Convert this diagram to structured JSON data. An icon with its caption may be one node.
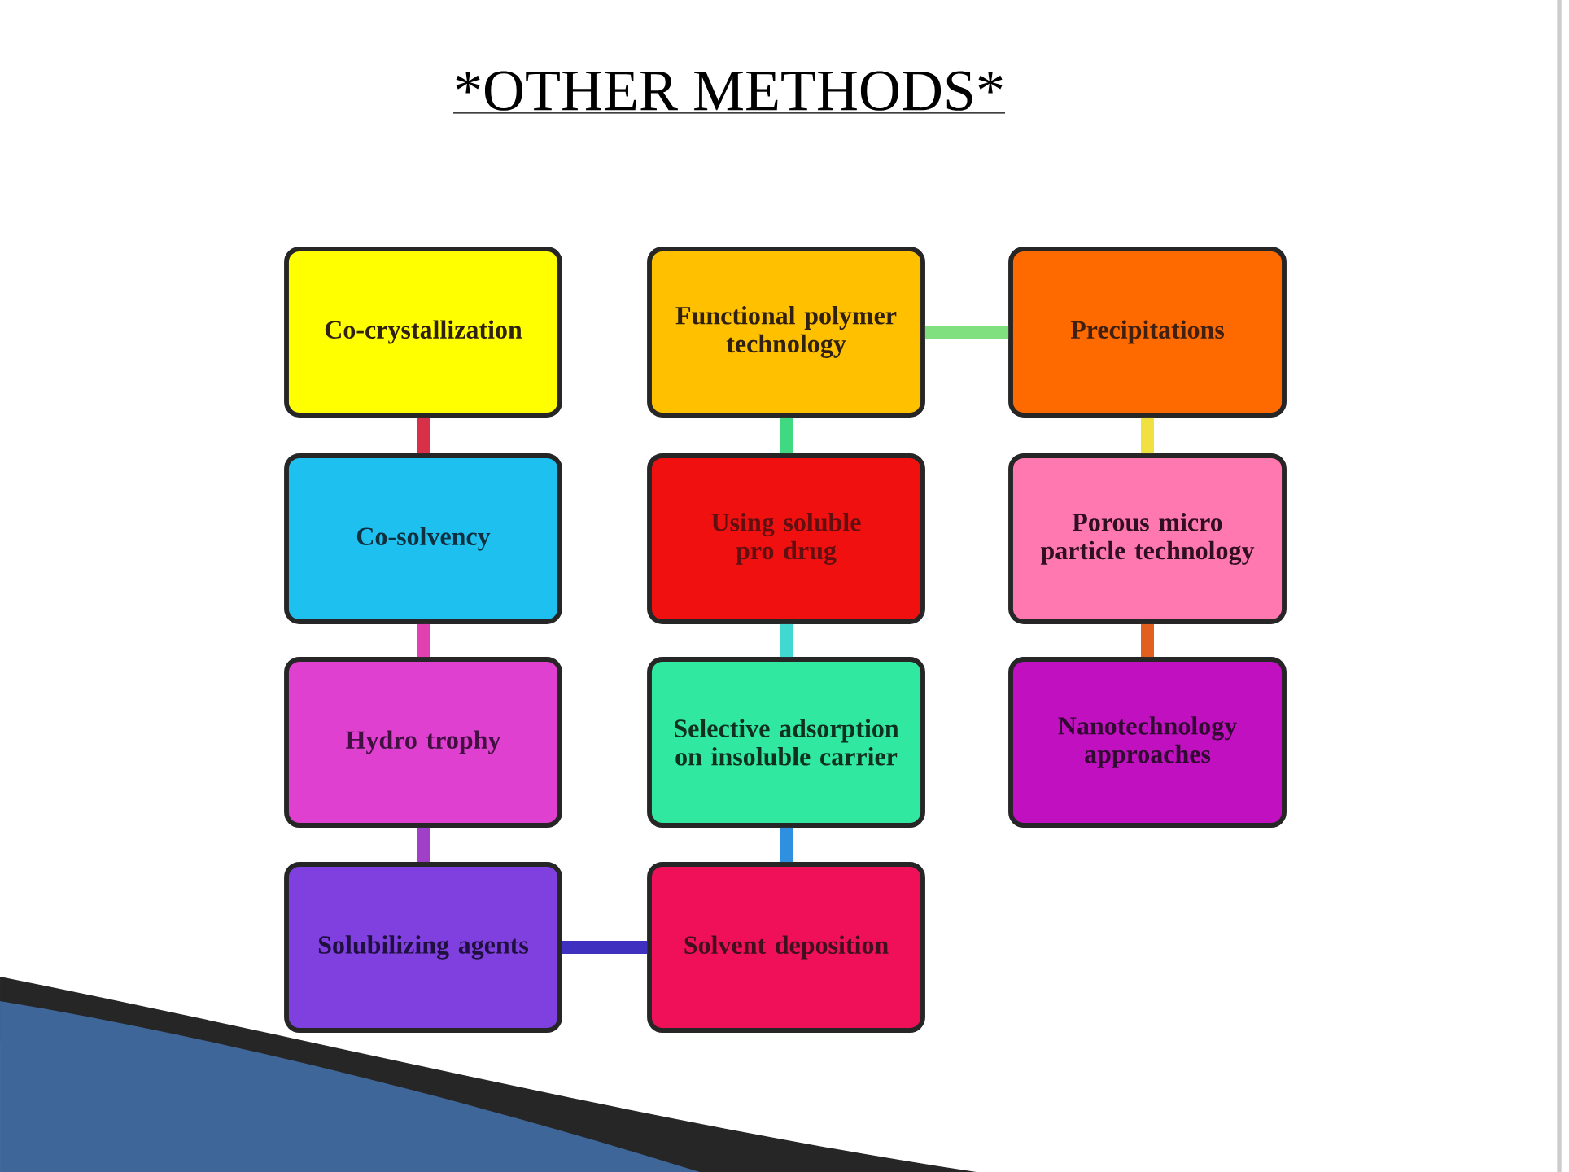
{
  "diagram": {
    "title": "*OTHER METHODS*",
    "nodes": [
      {
        "text": [
          "Co-crystallization"
        ]
      },
      {
        "text": [
          "Co-solvency"
        ]
      },
      {
        "text": [
          "Hydro trophy"
        ]
      },
      {
        "text": [
          "Solubilizing agents"
        ]
      },
      {
        "text": [
          "Solvent deposition"
        ]
      },
      {
        "text": [
          "Selective adsorption on insoluble carrier"
        ]
      },
      {
        "text": [
          "Using soluble pro drug"
        ]
      },
      {
        "text": [
          "Functional polymer technology"
        ]
      },
      {
        "text": [
          "Precipitations"
        ]
      },
      {
        "text": [
          "Porous micro particle technology"
        ]
      },
      {
        "text": [
          "Nanotechnology approaches"
        ]
      }
    ],
    "edges": [
      {
        "from": 0,
        "to": 1,
        "arrow": "none",
        "color": "#d9304a"
      },
      {
        "from": 1,
        "to": 2,
        "arrow": "none",
        "color": "#e040b0"
      },
      {
        "from": 2,
        "to": 3,
        "arrow": "none",
        "color": "#a040c8"
      },
      {
        "from": 3,
        "to": 4,
        "arrow": "none",
        "color": "#4030c0"
      },
      {
        "from": 4,
        "to": 5,
        "arrow": "none",
        "color": "#3090e0"
      },
      {
        "from": 5,
        "to": 6,
        "arrow": "none",
        "color": "#40d8d0"
      },
      {
        "from": 6,
        "to": 7,
        "arrow": "none",
        "color": "#40d880"
      },
      {
        "from": 7,
        "to": 8,
        "arrow": "none",
        "color": "#80e080"
      },
      {
        "from": 8,
        "to": 9,
        "arrow": "none",
        "color": "#f0e040"
      },
      {
        "from": 9,
        "to": 10,
        "arrow": "none",
        "color": "#e06020"
      }
    ]
  }
}
